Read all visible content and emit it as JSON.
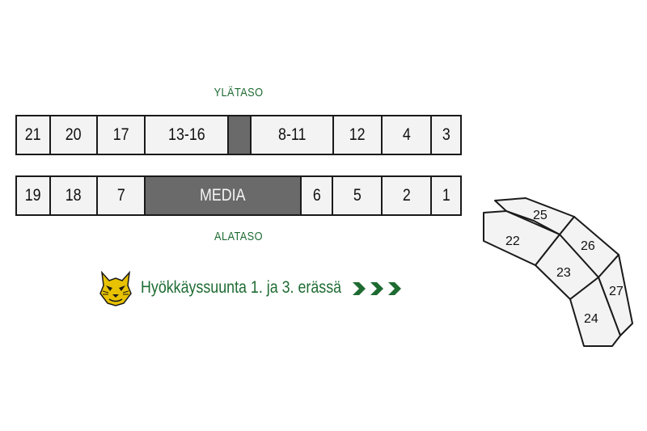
{
  "upper_level": {
    "label": "YLÄTASO",
    "sections": [
      {
        "label": "21",
        "dark": false
      },
      {
        "label": "20",
        "dark": false
      },
      {
        "label": "17",
        "dark": false
      },
      {
        "label": "13-16",
        "dark": false
      },
      {
        "label": "",
        "dark": true
      },
      {
        "label": "8-11",
        "dark": false
      },
      {
        "label": "12",
        "dark": false
      },
      {
        "label": "4",
        "dark": false
      },
      {
        "label": "3",
        "dark": false
      }
    ]
  },
  "lower_level": {
    "label": "ALATASO",
    "sections": [
      {
        "label": "19",
        "dark": false
      },
      {
        "label": "18",
        "dark": false
      },
      {
        "label": "7",
        "dark": false
      },
      {
        "label": "MEDIA",
        "dark": true
      },
      {
        "label": "6",
        "dark": false
      },
      {
        "label": "5",
        "dark": false
      },
      {
        "label": "2",
        "dark": false
      },
      {
        "label": "1",
        "dark": false
      }
    ]
  },
  "corner_sections": [
    "25",
    "22",
    "26",
    "23",
    "27",
    "24"
  ],
  "legend": {
    "text": "Hyökkäyssuunta 1. ja 3. erässä",
    "logo": "ilves-lynx-logo",
    "arrow_icon": "chevron-right-triple-icon"
  },
  "colors": {
    "accent_green": "#1e6b32",
    "section_fill": "#f3f3f3",
    "dark_fill": "#6a6a6a",
    "outline": "#1a1a1a",
    "logo_yellow": "#e8c200"
  }
}
